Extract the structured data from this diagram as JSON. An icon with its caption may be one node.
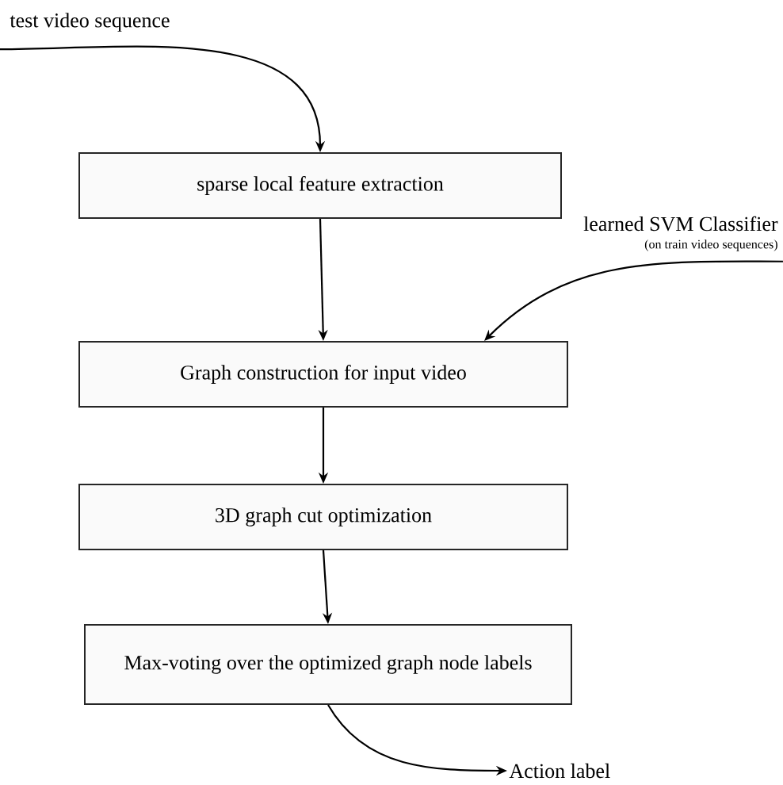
{
  "diagram": {
    "nodes": [
      {
        "text": [
          "test video sequence"
        ]
      },
      {
        "text": [
          "sparse local feature extraction"
        ]
      },
      {
        "text": [
          "learned SVM Classifier"
        ],
        "beside": [
          "(on train video sequences)"
        ]
      },
      {
        "text": [
          "Graph construction for input video"
        ]
      },
      {
        "text": [
          "3D graph cut optimization"
        ]
      },
      {
        "text": [
          "Max-voting over the optimized graph node labels"
        ]
      },
      {
        "text": [
          "Action label"
        ]
      }
    ],
    "edges": [
      {
        "from": 0,
        "to": 1,
        "arrow": "to"
      },
      {
        "from": 1,
        "to": 3,
        "arrow": "to"
      },
      {
        "from": 2,
        "to": 3,
        "arrow": "to"
      },
      {
        "from": 3,
        "to": 4,
        "arrow": "to"
      },
      {
        "from": 4,
        "to": 5,
        "arrow": "to"
      },
      {
        "from": 5,
        "to": 6,
        "arrow": "to"
      }
    ]
  }
}
